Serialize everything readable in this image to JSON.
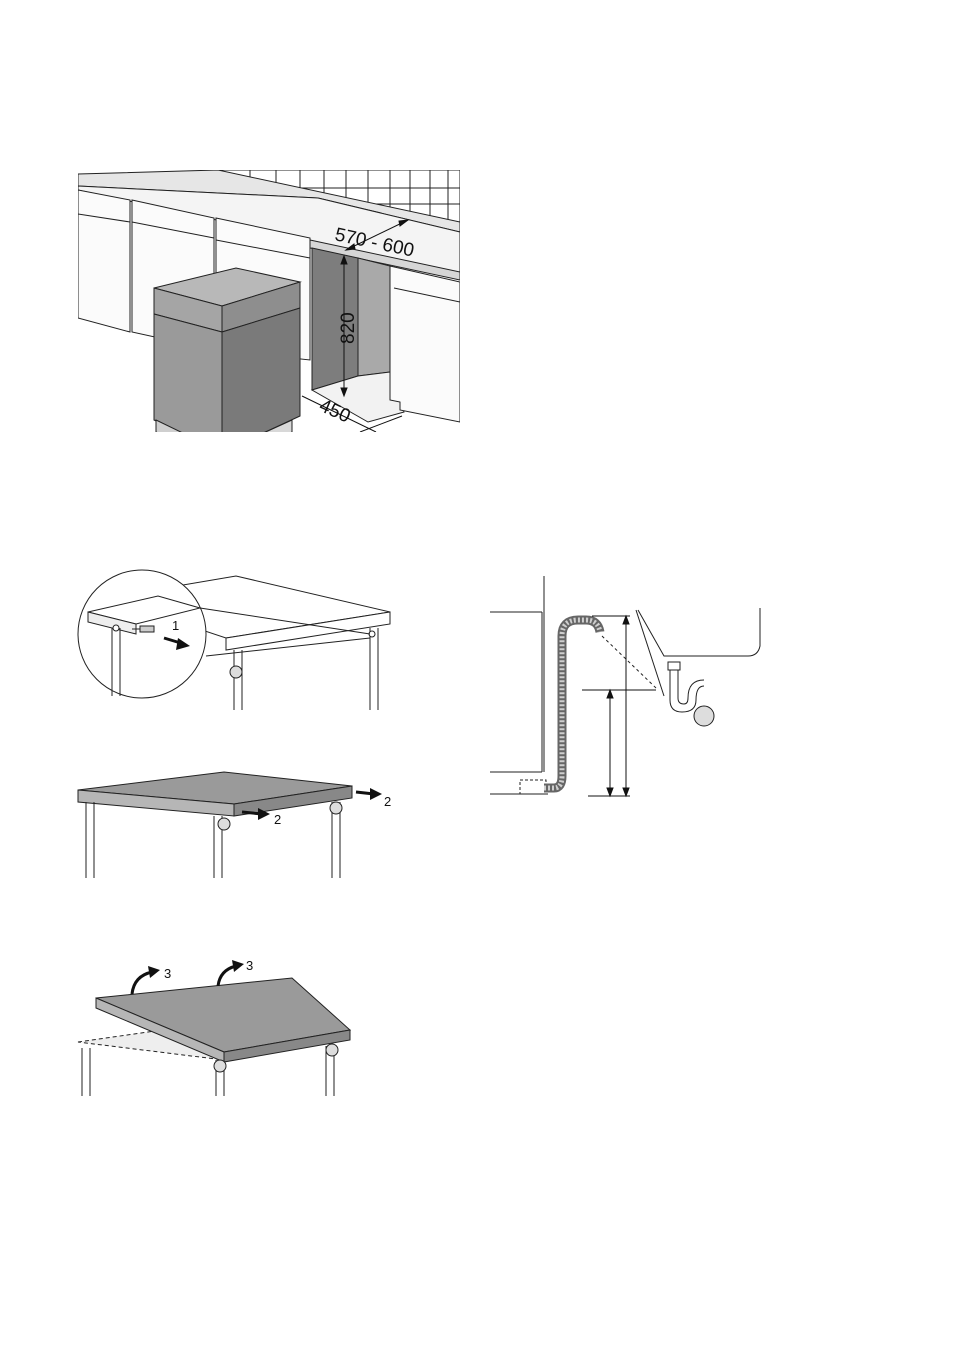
{
  "installation": {
    "dim_width": "570 - 600",
    "dim_height": "820",
    "dim_depth": "450"
  },
  "steps": {
    "step1": "1",
    "step2a": "2",
    "step2b": "2",
    "step3a": "3",
    "step3b": "3"
  },
  "colors": {
    "panel_gray": "#9a9a9a",
    "dark_gray": "#7a7a7a",
    "line": "#1a1a1a"
  }
}
